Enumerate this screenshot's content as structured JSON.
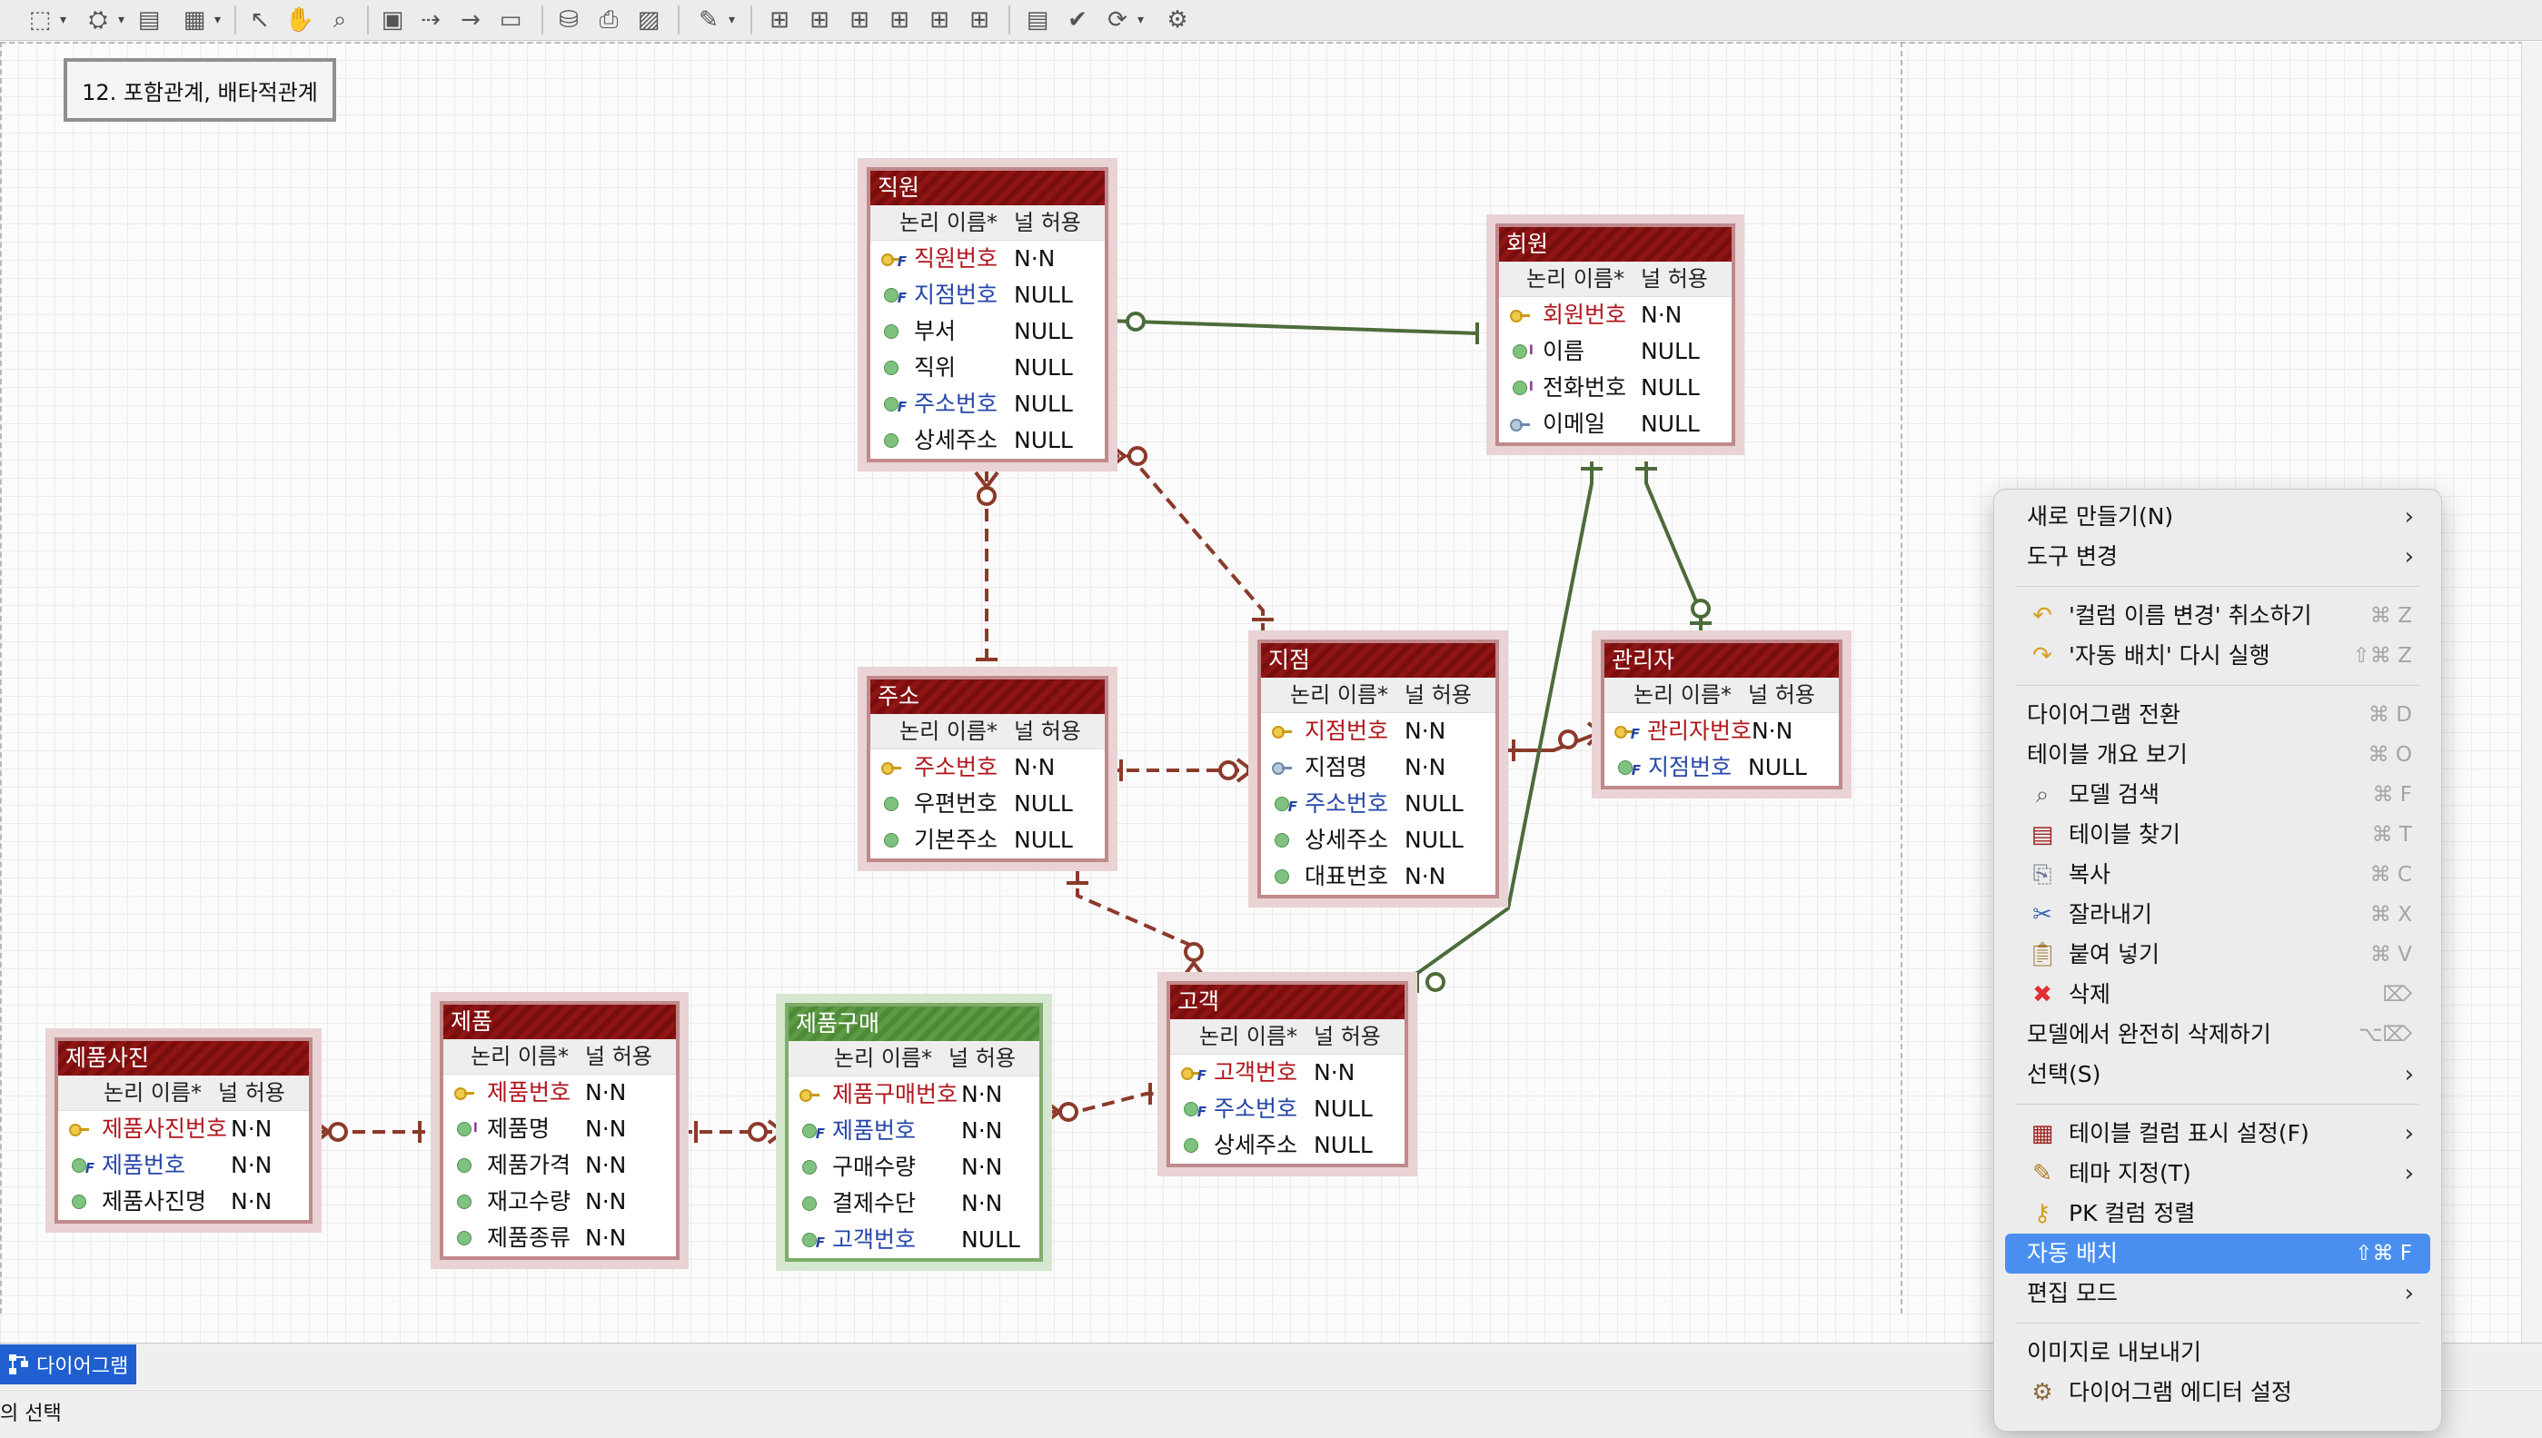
{
  "note": {
    "text": "12. 포함관계, 배타적관계"
  },
  "table_header": {
    "name": "논리 이름*",
    "null": "널 허용"
  },
  "entities": {
    "jikwon": {
      "title": "직원",
      "rows": [
        {
          "name": "직원번호",
          "null": "N·N"
        },
        {
          "name": "지점번호",
          "null": "NULL"
        },
        {
          "name": "부서",
          "null": "NULL"
        },
        {
          "name": "직위",
          "null": "NULL"
        },
        {
          "name": "주소번호",
          "null": "NULL"
        },
        {
          "name": "상세주소",
          "null": "NULL"
        }
      ]
    },
    "hoewon": {
      "title": "회원",
      "rows": [
        {
          "name": "회원번호",
          "null": "N·N"
        },
        {
          "name": "이름",
          "null": "NULL"
        },
        {
          "name": "전화번호",
          "null": "NULL"
        },
        {
          "name": "이메일",
          "null": "NULL"
        }
      ]
    },
    "juso": {
      "title": "주소",
      "rows": [
        {
          "name": "주소번호",
          "null": "N·N"
        },
        {
          "name": "우편번호",
          "null": "NULL"
        },
        {
          "name": "기본주소",
          "null": "NULL"
        }
      ]
    },
    "jijeom": {
      "title": "지점",
      "rows": [
        {
          "name": "지점번호",
          "null": "N·N"
        },
        {
          "name": "지점명",
          "null": "N·N"
        },
        {
          "name": "주소번호",
          "null": "NULL"
        },
        {
          "name": "상세주소",
          "null": "NULL"
        },
        {
          "name": "대표번호",
          "null": "N·N"
        }
      ]
    },
    "gwanrija": {
      "title": "관리자",
      "rows": [
        {
          "name": "관리자번호",
          "null": "N·N"
        },
        {
          "name": "지점번호",
          "null": "NULL"
        }
      ]
    },
    "gogaek": {
      "title": "고객",
      "rows": [
        {
          "name": "고객번호",
          "null": "N·N"
        },
        {
          "name": "주소번호",
          "null": "NULL"
        },
        {
          "name": "상세주소",
          "null": "NULL"
        }
      ]
    },
    "jepumsajin": {
      "title": "제품사진",
      "rows": [
        {
          "name": "제품사진번호",
          "null": "N·N"
        },
        {
          "name": "제품번호",
          "null": "N·N"
        },
        {
          "name": "제품사진명",
          "null": "N·N"
        }
      ]
    },
    "jepum": {
      "title": "제품",
      "rows": [
        {
          "name": "제품번호",
          "null": "N·N"
        },
        {
          "name": "제품명",
          "null": "N·N"
        },
        {
          "name": "제품가격",
          "null": "N·N"
        },
        {
          "name": "재고수량",
          "null": "N·N"
        },
        {
          "name": "제품종류",
          "null": "N·N"
        }
      ]
    },
    "jepumgumae": {
      "title": "제품구매",
      "rows": [
        {
          "name": "제품구매번호",
          "null": "N·N"
        },
        {
          "name": "제품번호",
          "null": "N·N"
        },
        {
          "name": "구매수량",
          "null": "N·N"
        },
        {
          "name": "결제수단",
          "null": "N·N"
        },
        {
          "name": "고객번호",
          "null": "NULL"
        }
      ]
    }
  },
  "context_menu": {
    "items": [
      {
        "label": "새로 만들기(N)",
        "submenu": true
      },
      {
        "label": "도구 변경",
        "submenu": true
      },
      {
        "label": "'컬럼 이름 변경' 취소하기",
        "shortcut": "⌘ Z"
      },
      {
        "label": "'자동 배치' 다시 실행",
        "shortcut": "⇧⌘ Z"
      },
      {
        "label": "다이어그램 전환",
        "shortcut": "⌘ D"
      },
      {
        "label": "테이블 개요 보기",
        "shortcut": "⌘ O"
      },
      {
        "label": "모델 검색",
        "shortcut": "⌘ F"
      },
      {
        "label": "테이블 찾기",
        "shortcut": "⌘ T"
      },
      {
        "label": "복사",
        "shortcut": "⌘ C"
      },
      {
        "label": "잘라내기",
        "shortcut": "⌘ X"
      },
      {
        "label": "붙여 넣기",
        "shortcut": "⌘ V"
      },
      {
        "label": "삭제",
        "shortcut": "⌦"
      },
      {
        "label": "모델에서 완전히 삭제하기",
        "shortcut": "⌥⌦"
      },
      {
        "label": "선택(S)",
        "submenu": true
      },
      {
        "label": "테이블 컬럼 표시 설정(F)",
        "submenu": true
      },
      {
        "label": "테마 지정(T)",
        "submenu": true
      },
      {
        "label": "PK 컬럼 정렬"
      },
      {
        "label": "자동 배치",
        "shortcut": "⇧⌘ F"
      },
      {
        "label": "편집 모드",
        "submenu": true
      },
      {
        "label": "이미지로 내보내기"
      },
      {
        "label": "다이어그램 에디터 설정"
      }
    ]
  },
  "bottom_tab": {
    "label": "다이어그램"
  },
  "status": {
    "text": "의 선택"
  },
  "colors": {
    "accent": "#4a8ff0",
    "entity_title": "#8f1515",
    "entity_title_green": "#5d9b44",
    "relation_red": "#8b3a2a",
    "relation_green": "#4c6b3a"
  }
}
